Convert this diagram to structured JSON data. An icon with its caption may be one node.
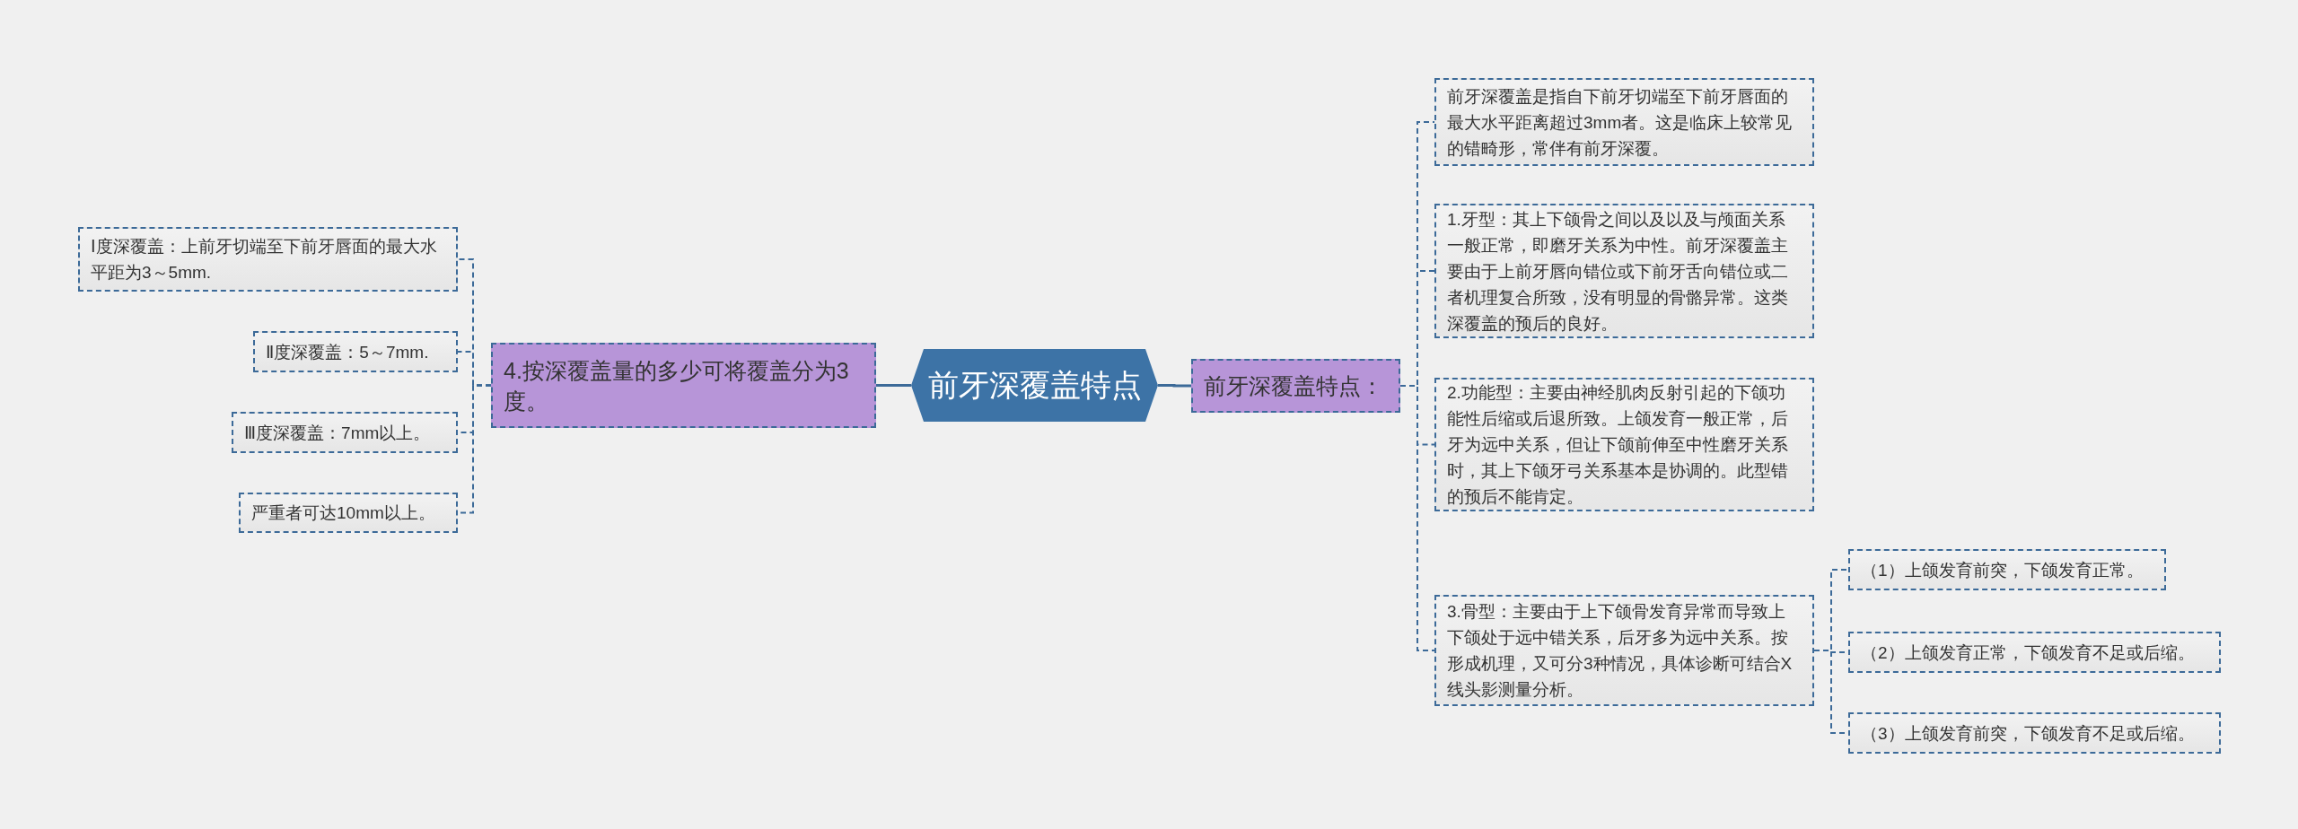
{
  "diagram": {
    "nodes": [
      {
        "text": [
          "前牙深覆盖特点"
        ]
      },
      {
        "text": [
          "4.按深覆盖量的多少可将覆盖分为3度。"
        ]
      },
      {
        "text": [
          "Ⅰ度深覆盖：上前牙切端至下前牙唇面的最大水平距为3～5mm."
        ]
      },
      {
        "text": [
          "Ⅱ度深覆盖：5～7mm."
        ]
      },
      {
        "text": [
          "Ⅲ度深覆盖：7mm以上。"
        ]
      },
      {
        "text": [
          "严重者可达10mm以上。"
        ]
      },
      {
        "text": [
          "前牙深覆盖特点："
        ]
      },
      {
        "text": [
          "前牙深覆盖是指自下前牙切端至下前牙唇面的最大水平距离超过3mm者。这是临床上较常见的错畸形，常伴有前牙深覆。"
        ]
      },
      {
        "text": [
          "1.牙型：其上下颌骨之间以及以及与颅面关系一般正常，即磨牙关系为中性。前牙深覆盖主要由于上前牙唇向错位或下前牙舌向错位或二者机理复合所致，没有明显的骨骼异常。这类深覆盖的预后的良好。"
        ]
      },
      {
        "text": [
          "2.功能型：主要由神经肌肉反射引起的下颌功能性后缩或后退所致。上颌发育一般正常，后牙为远中关系，但让下颌前伸至中性磨牙关系时，其上下颌牙弓关系基本是协调的。此型错的预后不能肯定。"
        ]
      },
      {
        "text": [
          "3.骨型：主要由于上下颌骨发育异常而导致上下颌处于远中错关系，后牙多为远中关系。按形成机理，又可分3种情况，具体诊断可结合X线头影测量分析。"
        ]
      },
      {
        "text": [
          "（1）上颌发育前突，下颌发育正常。"
        ]
      },
      {
        "text": [
          "（2）上颌发育正常，下颌发育不足或后缩。"
        ]
      },
      {
        "text": [
          "（3）上颌发育前突，下颌发育不足或后缩。"
        ]
      }
    ],
    "edges": [
      {
        "from": 0,
        "to": 1,
        "arrow": "none"
      },
      {
        "from": 1,
        "to": 2,
        "arrow": "none",
        "style": "dashed"
      },
      {
        "from": 1,
        "to": 3,
        "arrow": "none",
        "style": "dashed"
      },
      {
        "from": 1,
        "to": 4,
        "arrow": "none",
        "style": "dashed"
      },
      {
        "from": 1,
        "to": 5,
        "arrow": "none",
        "style": "dashed"
      },
      {
        "from": 0,
        "to": 6,
        "arrow": "none"
      },
      {
        "from": 6,
        "to": 7,
        "arrow": "none",
        "style": "dashed"
      },
      {
        "from": 6,
        "to": 8,
        "arrow": "none",
        "style": "dashed"
      },
      {
        "from": 6,
        "to": 9,
        "arrow": "none",
        "style": "dashed"
      },
      {
        "from": 6,
        "to": 10,
        "arrow": "none",
        "style": "dashed"
      },
      {
        "from": 10,
        "to": 11,
        "arrow": "none",
        "style": "dashed"
      },
      {
        "from": 10,
        "to": 12,
        "arrow": "none",
        "style": "dashed"
      },
      {
        "from": 10,
        "to": 13,
        "arrow": "none",
        "style": "dashed"
      }
    ]
  }
}
